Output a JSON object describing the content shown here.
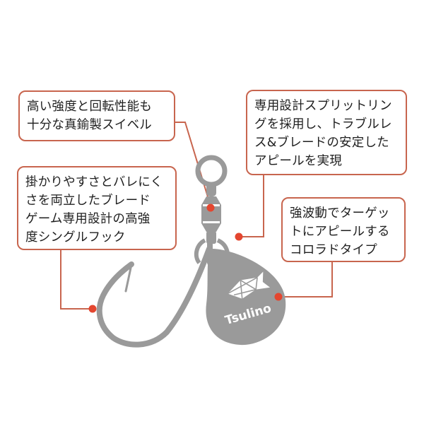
{
  "colors": {
    "accent": "#c8654e",
    "dot": "#e4462f",
    "product_gray": "#9a9a9a",
    "text": "#1f1f1f"
  },
  "callouts": {
    "swivel": {
      "lines": [
        "高い強度と回転性能も",
        "十分な真鍮製スイベル"
      ]
    },
    "split_ring": {
      "lines": [
        "専用設計スプリットリン",
        "グを採用し、トラブルレ",
        "ス&ブレードの安定した",
        "アピールを実現"
      ]
    },
    "hook": {
      "lines": [
        "掛かりやすさとバレにく",
        "さを両立したブレード",
        "ゲーム専用設計の高強",
        "度シングルフック"
      ]
    },
    "blade": {
      "lines": [
        "強波動でターゲッ",
        "トにアピールする",
        "コロラドタイプ"
      ]
    }
  },
  "product": {
    "brand_label": "Tsulino"
  }
}
